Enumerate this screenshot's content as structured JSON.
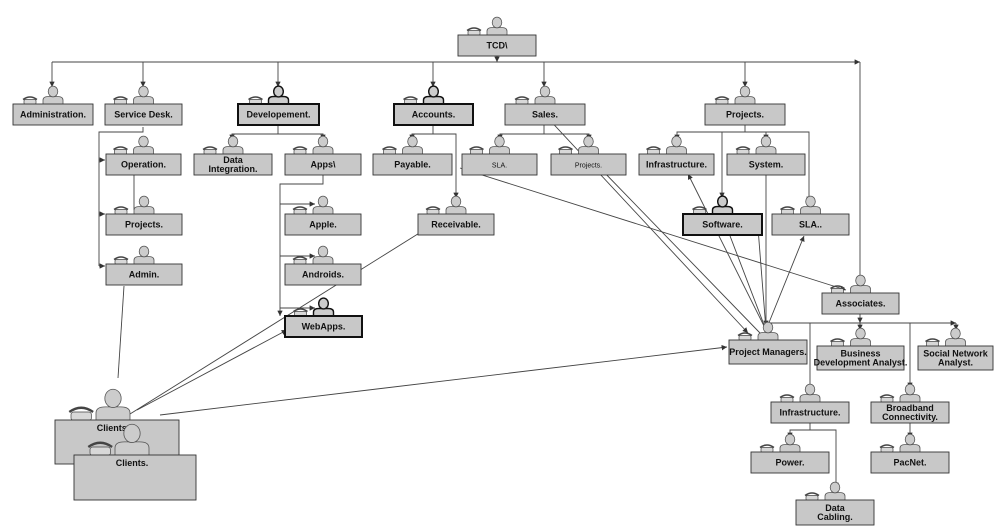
{
  "nodes": [
    {
      "id": "tcd",
      "lines": [
        "TCD\\"
      ]
    },
    {
      "id": "administration",
      "lines": [
        "Administration."
      ]
    },
    {
      "id": "service-desk",
      "lines": [
        "Service Desk."
      ]
    },
    {
      "id": "developement",
      "lines": [
        "Developement."
      ]
    },
    {
      "id": "accounts",
      "lines": [
        "Accounts."
      ]
    },
    {
      "id": "sales",
      "lines": [
        "Sales."
      ]
    },
    {
      "id": "projects-top",
      "lines": [
        "Projects."
      ]
    },
    {
      "id": "operation",
      "lines": [
        "Operation."
      ]
    },
    {
      "id": "data-integration",
      "lines": [
        "Data",
        "Integration."
      ]
    },
    {
      "id": "apps",
      "lines": [
        "Apps\\"
      ]
    },
    {
      "id": "payable",
      "lines": [
        "Payable."
      ]
    },
    {
      "id": "sla-sales",
      "lines": [
        "SLA."
      ]
    },
    {
      "id": "projects-sales",
      "lines": [
        "Projects."
      ]
    },
    {
      "id": "infrastructure-top",
      "lines": [
        "Infrastructure."
      ]
    },
    {
      "id": "system",
      "lines": [
        "System."
      ]
    },
    {
      "id": "projects-sd",
      "lines": [
        "Projects."
      ]
    },
    {
      "id": "apple",
      "lines": [
        "Apple."
      ]
    },
    {
      "id": "receivable",
      "lines": [
        "Receivable."
      ]
    },
    {
      "id": "software",
      "lines": [
        "Software."
      ]
    },
    {
      "id": "sla-proj",
      "lines": [
        "SLA.."
      ]
    },
    {
      "id": "admin",
      "lines": [
        "Admin."
      ]
    },
    {
      "id": "androids",
      "lines": [
        "Androids."
      ]
    },
    {
      "id": "associates",
      "lines": [
        "Associates."
      ]
    },
    {
      "id": "webapps",
      "lines": [
        "WebApps."
      ]
    },
    {
      "id": "project-managers",
      "lines": [
        "Project Managers."
      ]
    },
    {
      "id": "bd-analyst",
      "lines": [
        "Business",
        "Development Analyst."
      ]
    },
    {
      "id": "sn-analyst",
      "lines": [
        "Social Network",
        "Analyst."
      ]
    },
    {
      "id": "clients-back",
      "lines": [
        "Clients."
      ]
    },
    {
      "id": "clients-front",
      "lines": [
        "Clients."
      ]
    },
    {
      "id": "infrastructure-bottom",
      "lines": [
        "Infrastructure."
      ]
    },
    {
      "id": "broadband",
      "lines": [
        "Broadband",
        "Connectivity."
      ]
    },
    {
      "id": "power",
      "lines": [
        "Power."
      ]
    },
    {
      "id": "pacnet",
      "lines": [
        "PacNet."
      ]
    },
    {
      "id": "data-cabling",
      "lines": [
        "Data",
        "Cabling."
      ]
    }
  ],
  "colors": {
    "box_fill": "#c8c8c8",
    "box_stroke": "#333333",
    "person_fill": "#cccccc",
    "line": "#444444",
    "background": "#ffffff"
  }
}
